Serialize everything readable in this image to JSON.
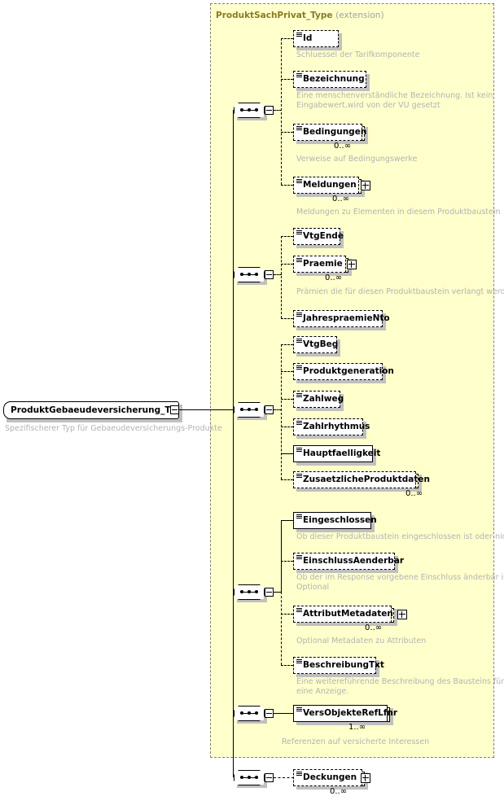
{
  "diagram": {
    "kind": "xsd-schema-diagram",
    "root": {
      "label": "ProduktGebaeudeversicherung_T...",
      "annotation": "Spezifischerer Typ für Gebaeudeversicherungs-Produkte",
      "collapse_icon": "minus-square-icon"
    },
    "extension": {
      "type_name": "ProduktSachPrivat_Type",
      "keyword": "(extension)",
      "background_color": "#ffffcc",
      "border_color": "#808080",
      "title_color": "#8a7a20"
    },
    "groups": [
      {
        "id": "group-1",
        "compositor": "sequence",
        "elements": [
          {
            "name": "Id",
            "optional": true,
            "expandable": false,
            "occurrence": "",
            "annotation": "Schluessel der Tarifkomponente"
          },
          {
            "name": "Bezeichnung",
            "optional": true,
            "expandable": false,
            "occurrence": "",
            "annotation": "Eine menschenverständliche Bezeichnung. Ist kein\nEingabewert,wird von der VU gesetzt"
          },
          {
            "name": "Bedingungen",
            "optional": true,
            "expandable": false,
            "occurrence": "0..∞",
            "annotation": "Verweise auf Bedingungswerke"
          },
          {
            "name": "Meldungen",
            "optional": true,
            "expandable": true,
            "occurrence": "0..∞",
            "annotation": "Meldungen zu Elementen in diesem Produktbaustein"
          }
        ]
      },
      {
        "id": "group-2",
        "compositor": "sequence",
        "elements": [
          {
            "name": "VtgEnde",
            "optional": true,
            "expandable": false,
            "occurrence": "",
            "annotation": ""
          },
          {
            "name": "Praemie",
            "optional": true,
            "expandable": true,
            "occurrence": "0..∞",
            "annotation": "Prämien die für diesen Produktbaustein verlangt werden"
          },
          {
            "name": "JahrespraemieNto",
            "optional": true,
            "expandable": false,
            "occurrence": "",
            "annotation": ""
          }
        ]
      },
      {
        "id": "group-3",
        "compositor": "sequence",
        "elements": [
          {
            "name": "VtgBeg",
            "optional": true,
            "expandable": false,
            "occurrence": "",
            "annotation": ""
          },
          {
            "name": "Produktgeneration",
            "optional": true,
            "expandable": false,
            "occurrence": "",
            "annotation": ""
          },
          {
            "name": "Zahlweg",
            "optional": true,
            "expandable": false,
            "occurrence": "",
            "annotation": ""
          },
          {
            "name": "Zahlrhythmus",
            "optional": true,
            "expandable": false,
            "occurrence": "",
            "annotation": ""
          },
          {
            "name": "Hauptfaelligkeit",
            "optional": false,
            "expandable": false,
            "occurrence": "",
            "annotation": ""
          },
          {
            "name": "ZusaetzlicheProduktdaten",
            "optional": true,
            "expandable": false,
            "occurrence": "0..∞",
            "annotation": ""
          }
        ]
      },
      {
        "id": "group-4",
        "compositor": "sequence",
        "elements": [
          {
            "name": "Eingeschlossen",
            "optional": false,
            "expandable": false,
            "occurrence": "",
            "annotation": "Ob dieser Produktbaustein eingeschlossen ist oder nicht"
          },
          {
            "name": "EinschlussAenderbar",
            "optional": true,
            "expandable": false,
            "occurrence": "",
            "annotation": "Ob der im Response vorgebene Einschluss änderbar ist.\nOptional"
          },
          {
            "name": "AttributMetadaten",
            "optional": true,
            "expandable": true,
            "occurrence": "0..∞",
            "annotation": "Optional Metadaten zu Attributen"
          },
          {
            "name": "BeschreibungTxt",
            "optional": true,
            "expandable": false,
            "occurrence": "",
            "annotation": "Eine weitereführende Beschreibung des Bausteins für\neine Anzeige."
          }
        ]
      },
      {
        "id": "group-5",
        "compositor": "sequence",
        "elements": [
          {
            "name": "VersObjekteRefLfnr",
            "optional": false,
            "expandable": false,
            "occurrence": "1..∞",
            "annotation": "Referenzen auf versicherte Interessen"
          }
        ]
      },
      {
        "id": "group-6",
        "compositor": "sequence",
        "outside_extension": true,
        "elements": [
          {
            "name": "Deckungen",
            "optional": true,
            "expandable": true,
            "occurrence": "0..∞",
            "annotation": ""
          }
        ]
      }
    ]
  }
}
